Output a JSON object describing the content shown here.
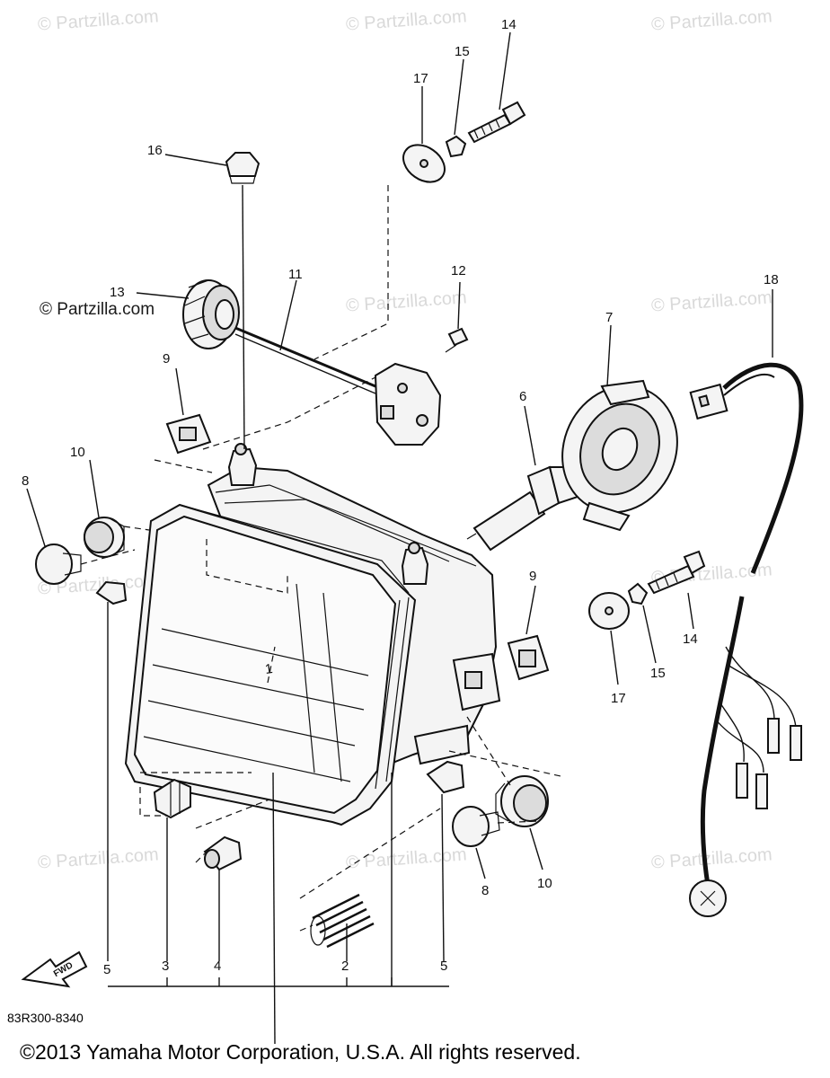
{
  "watermark": {
    "text": "© Partzilla.com"
  },
  "callouts": [
    {
      "id": "c1",
      "text": "1"
    },
    {
      "id": "c2",
      "text": "2"
    },
    {
      "id": "c3",
      "text": "3"
    },
    {
      "id": "c4",
      "text": "4"
    },
    {
      "id": "c5a",
      "text": "5"
    },
    {
      "id": "c5b",
      "text": "5"
    },
    {
      "id": "c6",
      "text": "6"
    },
    {
      "id": "c7",
      "text": "7"
    },
    {
      "id": "c8a",
      "text": "8"
    },
    {
      "id": "c8b",
      "text": "8"
    },
    {
      "id": "c9a",
      "text": "9"
    },
    {
      "id": "c9b",
      "text": "9"
    },
    {
      "id": "c10a",
      "text": "10"
    },
    {
      "id": "c10b",
      "text": "10"
    },
    {
      "id": "c11",
      "text": "11"
    },
    {
      "id": "c12",
      "text": "12"
    },
    {
      "id": "c13",
      "text": "13"
    },
    {
      "id": "c14a",
      "text": "14"
    },
    {
      "id": "c14b",
      "text": "14"
    },
    {
      "id": "c15a",
      "text": "15"
    },
    {
      "id": "c15b",
      "text": "15"
    },
    {
      "id": "c16",
      "text": "16"
    },
    {
      "id": "c17a",
      "text": "17"
    },
    {
      "id": "c17b",
      "text": "17"
    },
    {
      "id": "c18",
      "text": "18"
    }
  ],
  "fwd_label": "FWD",
  "diagram_ref": "83R300-8340",
  "copyright": "©2013 Yamaha Motor Corporation, U.S.A. All rights reserved."
}
